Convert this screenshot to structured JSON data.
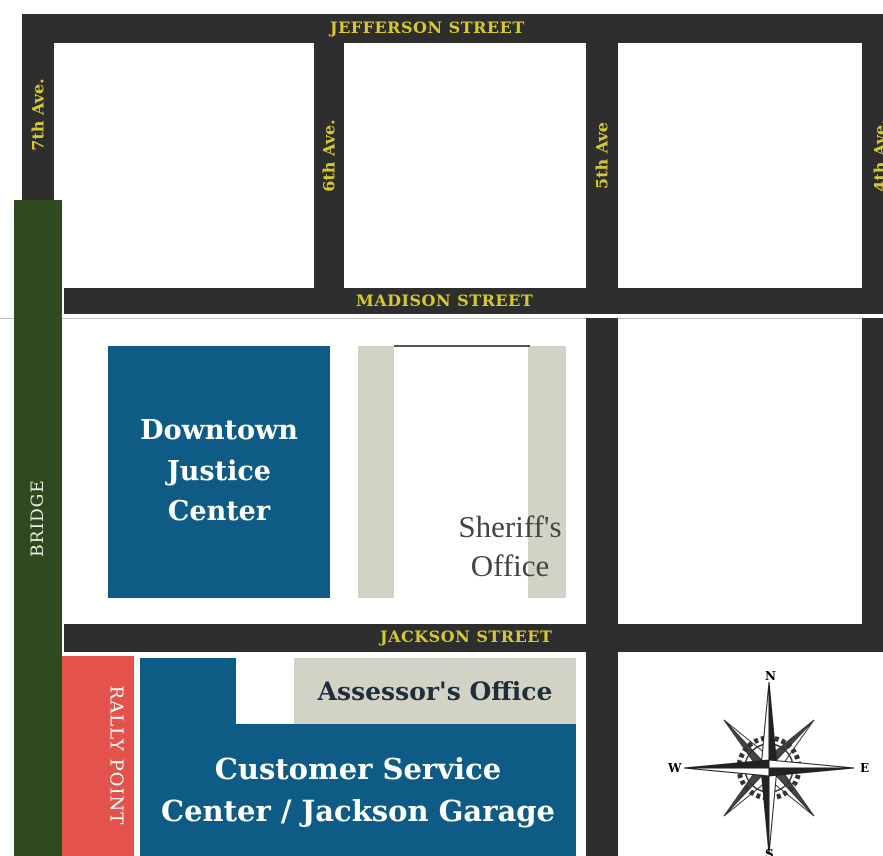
{
  "streets": {
    "jefferson": "JEFFERSON STREET",
    "madison": "MADISON STREET",
    "jackson": "JACKSON STREET",
    "seventh": "7th Ave.",
    "sixth": "6th Ave.",
    "fifth": "5th Ave",
    "fourth": "4th Ave."
  },
  "bridge": "BRIDGE",
  "buildings": {
    "justice_center": [
      "Downtown",
      "Justice",
      "Center"
    ],
    "sheriff": [
      "Sheriff's",
      "Office"
    ],
    "assessor": "Assessor's Office",
    "customer_service": [
      "Customer Service",
      "Center / Jackson Garage"
    ],
    "rally_point": "RALLY POINT"
  },
  "compass": {
    "n": "N",
    "s": "S",
    "e": "E",
    "w": "W"
  },
  "colors": {
    "street": "#2e2e2e",
    "street_label": "#d6c930",
    "bridge": "#2f4a1e",
    "building_blue": "#0e5b86",
    "building_grey": "#d2d2c6",
    "rally_point": "#e3534c"
  }
}
